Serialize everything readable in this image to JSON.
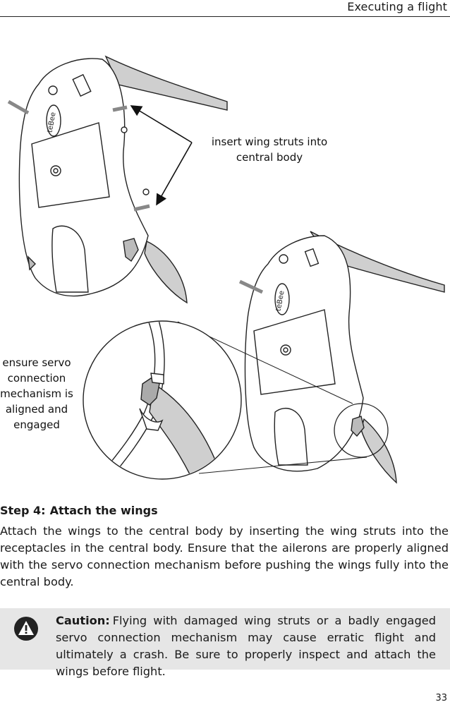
{
  "header": {
    "title": "Executing a flight"
  },
  "figure": {
    "callouts": {
      "wing_struts": "insert wing struts into central body",
      "servo": "ensure servo connection mechanism is aligned and engaged"
    },
    "body_logo": "teBee"
  },
  "step": {
    "number": "Step 4:",
    "title": "Attach the wings",
    "text": "Attach the wings to the central body by inserting the wing struts into the receptacles in the central body. Ensure that the ailerons are properly aligned with the servo connection mechanism before pushing the wings fully into the central body."
  },
  "caution": {
    "label": "Caution:",
    "text": "Flying with damaged wing struts or a badly engaged servo connection mechanism may cause erratic flight and ultimately a crash. Be sure to properly inspect and attach the wings before flight.",
    "icon": "warning-icon"
  },
  "page": {
    "number": "33"
  }
}
